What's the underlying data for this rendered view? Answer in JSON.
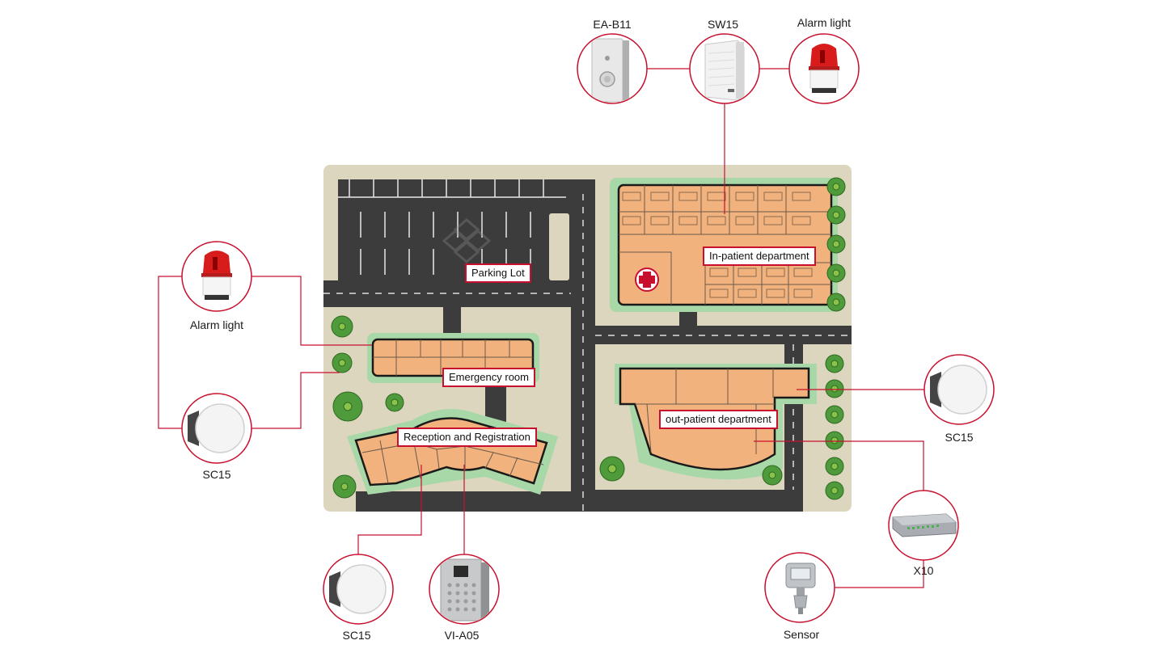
{
  "colors": {
    "accent": "#c8102e",
    "ground": "#ddd6bf",
    "road": "#3c3c3c",
    "building": "#f2b27e",
    "lawn": "#a8d8a8",
    "tree": "#4f9a3a"
  },
  "map_labels": {
    "parking_lot": "Parking Lot",
    "inpatient": "In-patient department",
    "emergency": "Emergency room",
    "reception": "Reception and Registration",
    "outpatient": "out-patient department"
  },
  "devices": {
    "ea_b11": {
      "label": "EA-B11",
      "icon": "intercom-panel-icon"
    },
    "sw15_top": {
      "label": "SW15",
      "icon": "wall-speaker-icon"
    },
    "alarm_top": {
      "label": "Alarm light",
      "icon": "alarm-light-icon"
    },
    "alarm_left": {
      "label": "Alarm light",
      "icon": "alarm-light-icon"
    },
    "sc15_left": {
      "label": "SC15",
      "icon": "ceiling-speaker-icon"
    },
    "sc15_right": {
      "label": "SC15",
      "icon": "ceiling-speaker-icon"
    },
    "x10": {
      "label": "X10",
      "icon": "io-module-icon"
    },
    "sensor": {
      "label": "Sensor",
      "icon": "pressure-sensor-icon"
    },
    "sc15_bottom": {
      "label": "SC15",
      "icon": "ceiling-speaker-icon"
    },
    "vi_a05": {
      "label": "VI-A05",
      "icon": "keypad-intercom-icon"
    }
  }
}
